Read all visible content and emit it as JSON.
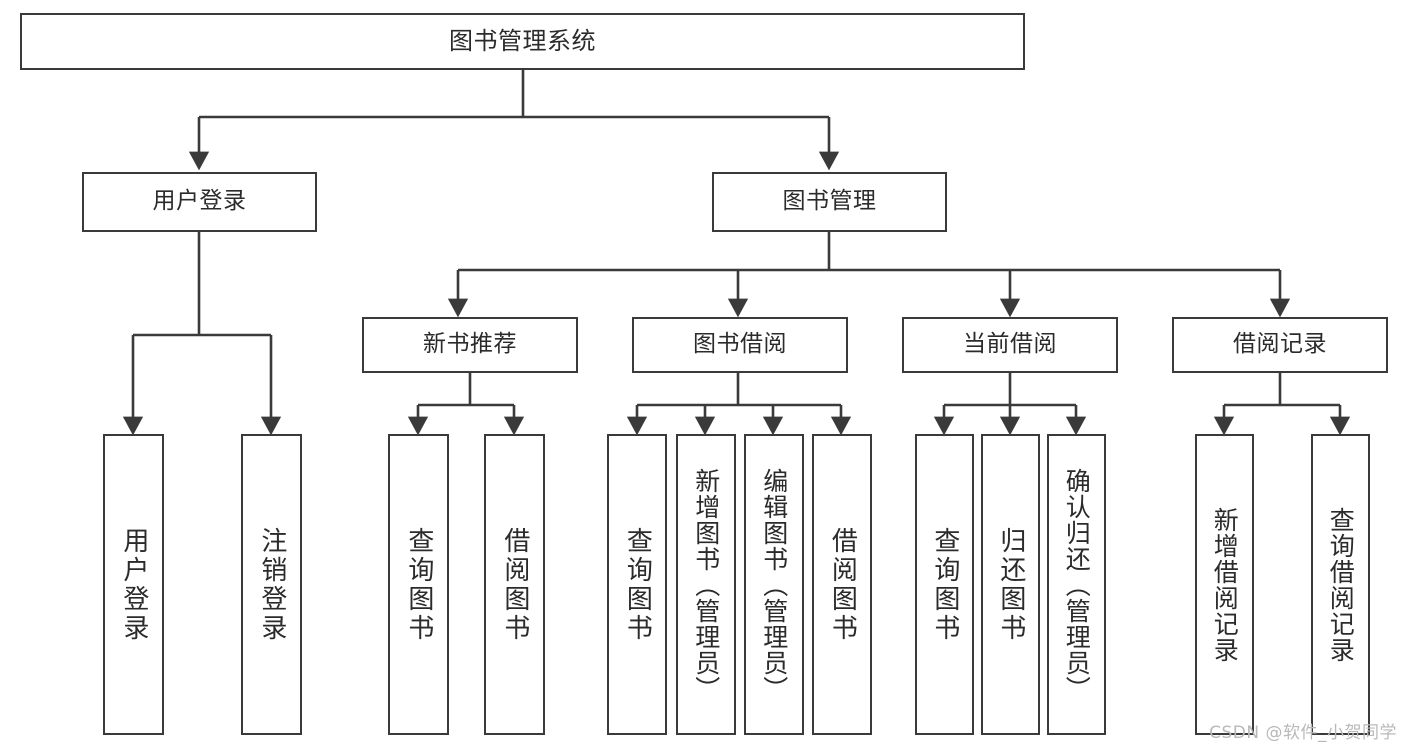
{
  "diagram": {
    "type": "tree",
    "title": "图书管理系统",
    "watermark": "CSDN @软件_小贺同学",
    "colors": {
      "box_border": "#3a3a3a",
      "box_fill": "#ffffff",
      "edge": "#3a3a3a",
      "text": "#2b2b2b",
      "watermark": "#b9b9b9",
      "background": "#ffffff"
    },
    "nodes": {
      "root": {
        "label": "图书管理系统"
      },
      "level2": [
        {
          "id": "user-login",
          "label": "用户登录"
        },
        {
          "id": "book-manage",
          "label": "图书管理"
        }
      ],
      "level3": [
        {
          "id": "new-book-recommend",
          "label": "新书推荐"
        },
        {
          "id": "book-borrow",
          "label": "图书借阅"
        },
        {
          "id": "current-borrow",
          "label": "当前借阅"
        },
        {
          "id": "borrow-record",
          "label": "借阅记录"
        }
      ],
      "leaves": {
        "user_login": [
          {
            "id": "leaf-user-login",
            "label": "用户登录"
          },
          {
            "id": "leaf-logout-login",
            "label": "注销登录"
          }
        ],
        "new_book_recommend": [
          {
            "id": "leaf-query-book-1",
            "label": "查询图书"
          },
          {
            "id": "leaf-borrow-book-1",
            "label": "借阅图书"
          }
        ],
        "book_borrow": [
          {
            "id": "leaf-query-book-2",
            "label": "查询图书"
          },
          {
            "id": "leaf-add-book",
            "label": "新增图书（管理员）"
          },
          {
            "id": "leaf-edit-book",
            "label": "编辑图书（管理员）"
          },
          {
            "id": "leaf-borrow-book-2",
            "label": "借阅图书"
          }
        ],
        "current_borrow": [
          {
            "id": "leaf-query-book-3",
            "label": "查询图书"
          },
          {
            "id": "leaf-return-book",
            "label": "归还图书"
          },
          {
            "id": "leaf-confirm-return",
            "label": "确认归还（管理员）"
          }
        ],
        "borrow_record": [
          {
            "id": "leaf-add-record",
            "label": "新增借阅记录"
          },
          {
            "id": "leaf-query-record",
            "label": "查询借阅记录"
          }
        ]
      }
    }
  }
}
